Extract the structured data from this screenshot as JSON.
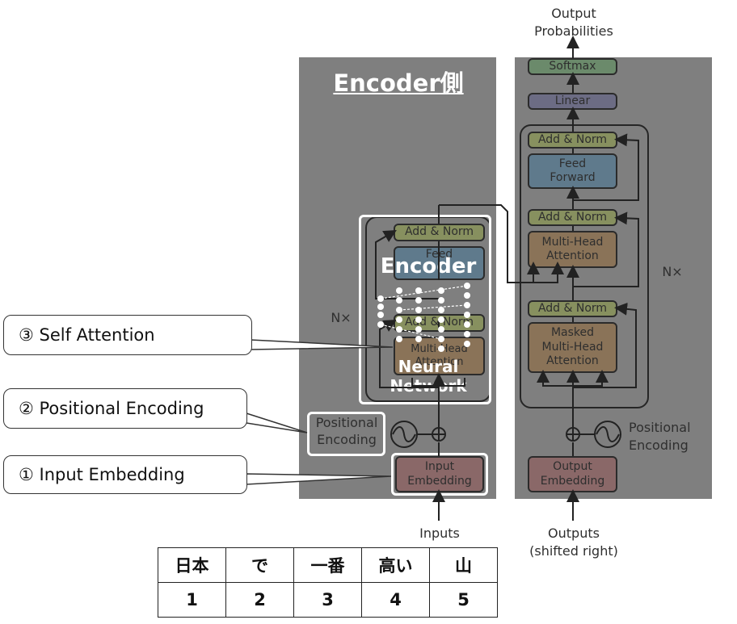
{
  "encoder_side_title": "Encoder側",
  "encoder_highlight_label": "Encoder",
  "neural_network_label": [
    "Neural",
    "Network"
  ],
  "left_stack": {
    "nx": "N×",
    "add_norm_top": "Add & Norm",
    "feed_forward": "Feed",
    "add_norm_bottom": "Add & Norm",
    "mha": "Multi-Head Attention",
    "positional": [
      "Positional",
      "Encoding"
    ],
    "input_embedding": [
      "Input",
      "Embedding"
    ],
    "inputs": "Inputs"
  },
  "right_stack": {
    "output_probabilities": [
      "Output",
      "Probabilities"
    ],
    "softmax": "Softmax",
    "linear": "Linear",
    "add_norm_1": "Add & Norm",
    "feed_forward": [
      "Feed",
      "Forward"
    ],
    "add_norm_2": "Add & Norm",
    "mha": [
      "Multi-Head",
      "Attention"
    ],
    "add_norm_3": "Add & Norm",
    "masked_mha": [
      "Masked",
      "Multi-Head",
      "Attention"
    ],
    "nx": "N×",
    "positional": [
      "Positional",
      "Encoding"
    ],
    "output_embedding": [
      "Output",
      "Embedding"
    ],
    "outputs": [
      "Outputs",
      "(shifted right)"
    ]
  },
  "callouts": {
    "self_attention": "③ Self Attention",
    "positional_encoding": "② Positional Encoding",
    "input_embedding": "① Input Embedding"
  },
  "token_table": {
    "tokens": [
      "日本",
      "で",
      "一番",
      "高い",
      "山"
    ],
    "ids": [
      "1",
      "2",
      "3",
      "4",
      "5"
    ]
  }
}
